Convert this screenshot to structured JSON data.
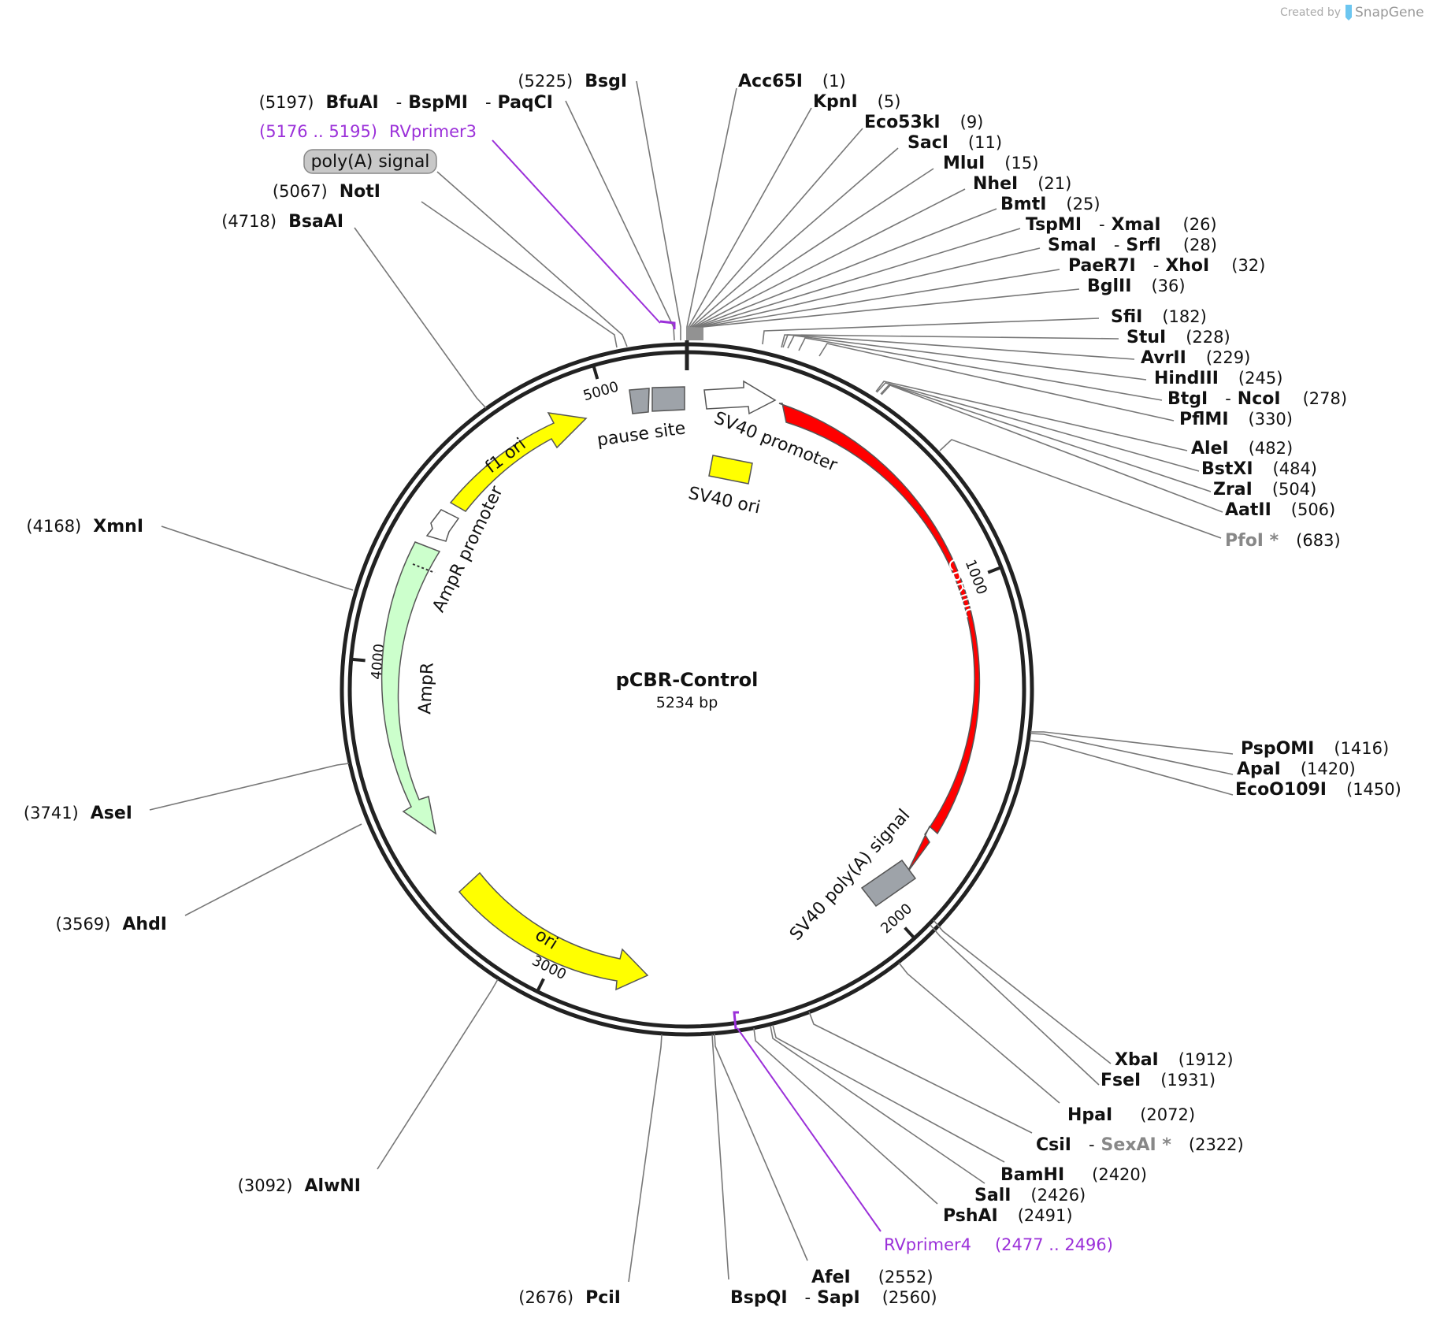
{
  "plasmid": {
    "name": "pCBR-Control",
    "length": "5234 bp"
  },
  "branding": {
    "created_by": "Created by",
    "product": "SnapGene"
  },
  "tick_marks": [
    {
      "label": "1000",
      "bp": 1000
    },
    {
      "label": "2000",
      "bp": 2000
    },
    {
      "label": "3000",
      "bp": 3000
    },
    {
      "label": "4000",
      "bp": 4000
    },
    {
      "label": "5000",
      "bp": 5000
    }
  ],
  "features": [
    {
      "name": "CBRluc",
      "color": "#ff0000",
      "kind": "arrow"
    },
    {
      "name": "SV40 promoter",
      "color": "#ffffff",
      "kind": "arrow"
    },
    {
      "name": "SV40 ori",
      "color": "#ffff00",
      "kind": "box"
    },
    {
      "name": "SV40 poly(A) signal",
      "color": "#9ea3a9",
      "kind": "box"
    },
    {
      "name": "ori",
      "color": "#ffff00",
      "kind": "arrow"
    },
    {
      "name": "AmpR",
      "color": "#ccffcc",
      "kind": "arrow"
    },
    {
      "name": "AmpR promoter",
      "color": "#ffffff",
      "kind": "arrow"
    },
    {
      "name": "f1 ori",
      "color": "#ffff00",
      "kind": "arrow"
    },
    {
      "name": "pause site",
      "color": "#9ea3a9",
      "kind": "box"
    },
    {
      "name": "poly(A) signal",
      "color": "#c8c8c8",
      "kind": "badge"
    }
  ],
  "sites": [
    {
      "name": "Acc65I",
      "pos": "(1)"
    },
    {
      "name": "KpnI",
      "pos": "(5)"
    },
    {
      "name": "Eco53kI",
      "pos": "(9)"
    },
    {
      "name": "SacI",
      "pos": "(11)"
    },
    {
      "name": "MluI",
      "pos": "(15)"
    },
    {
      "name": "NheI",
      "pos": "(21)"
    },
    {
      "name": "BmtI",
      "pos": "(25)"
    },
    {
      "name": "TspMI",
      "name2": "XmaI",
      "pos": "(26)"
    },
    {
      "name": "SmaI",
      "name2": "SrfI",
      "pos": "(28)"
    },
    {
      "name": "PaeR7I",
      "name2": "XhoI",
      "pos": "(32)"
    },
    {
      "name": "BglII",
      "pos": "(36)"
    },
    {
      "name": "SfiI",
      "pos": "(182)"
    },
    {
      "name": "StuI",
      "pos": "(228)"
    },
    {
      "name": "AvrII",
      "pos": "(229)"
    },
    {
      "name": "HindIII",
      "pos": "(245)"
    },
    {
      "name": "BtgI",
      "name2": "NcoI",
      "pos": "(278)"
    },
    {
      "name": "PflMI",
      "pos": "(330)"
    },
    {
      "name": "AleI",
      "pos": "(482)"
    },
    {
      "name": "BstXI",
      "pos": "(484)"
    },
    {
      "name": "ZraI",
      "pos": "(504)"
    },
    {
      "name": "AatII",
      "pos": "(506)"
    },
    {
      "name": "PfoI *",
      "pos": "(683)"
    },
    {
      "name": "PspOMI",
      "pos": "(1416)"
    },
    {
      "name": "ApaI",
      "pos": "(1420)"
    },
    {
      "name": "EcoO109I",
      "pos": "(1450)"
    },
    {
      "name": "XbaI",
      "pos": "(1912)"
    },
    {
      "name": "FseI",
      "pos": "(1931)"
    },
    {
      "name": "HpaI",
      "pos": "(2072)"
    },
    {
      "name": "CsiI",
      "name2": "SexAI *",
      "pos": "(2322)"
    },
    {
      "name": "BamHI",
      "pos": "(2420)"
    },
    {
      "name": "SalI",
      "pos": "(2426)"
    },
    {
      "name": "PshAI",
      "pos": "(2491)"
    },
    {
      "name": "AfeI",
      "pos": "(2552)"
    },
    {
      "name": "BspQI",
      "name2": "SapI",
      "pos": "(2560)"
    },
    {
      "name": "PciI",
      "pos": "(2676)"
    },
    {
      "name": "AlwNI",
      "pos": "(3092)"
    },
    {
      "name": "AhdI",
      "pos": "(3569)"
    },
    {
      "name": "AseI",
      "pos": "(3741)"
    },
    {
      "name": "XmnI",
      "pos": "(4168)"
    },
    {
      "name": "BsaAI",
      "pos": "(4718)"
    },
    {
      "name": "NotI",
      "pos": "(5067)"
    },
    {
      "name": "BfuAI",
      "name2": "BspMI",
      "name3": "PaqCI",
      "pos": "(5197)"
    },
    {
      "name": "BsgI",
      "pos": "(5225)"
    }
  ],
  "primers": [
    {
      "name": "RVprimer3",
      "range": "(5176 .. 5195)"
    },
    {
      "name": "RVprimer4",
      "range": "(2477 .. 2496)"
    }
  ]
}
